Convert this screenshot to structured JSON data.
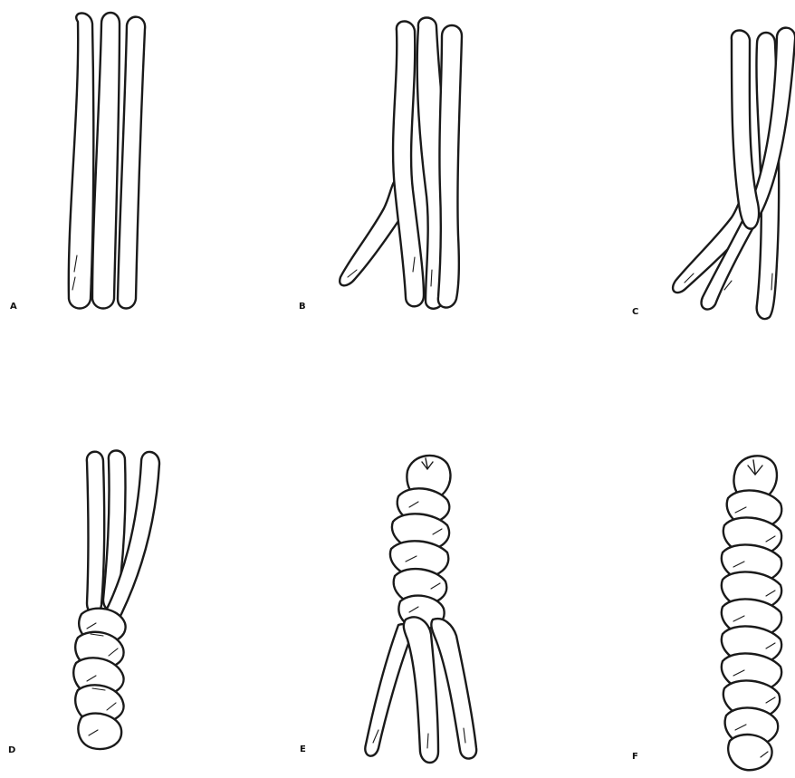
{
  "figure": {
    "steps": [
      {
        "id": "a",
        "label": "A"
      },
      {
        "id": "b",
        "label": "B"
      },
      {
        "id": "c",
        "label": "C"
      },
      {
        "id": "d",
        "label": "D"
      },
      {
        "id": "e",
        "label": "E"
      },
      {
        "id": "f",
        "label": "F"
      }
    ]
  }
}
